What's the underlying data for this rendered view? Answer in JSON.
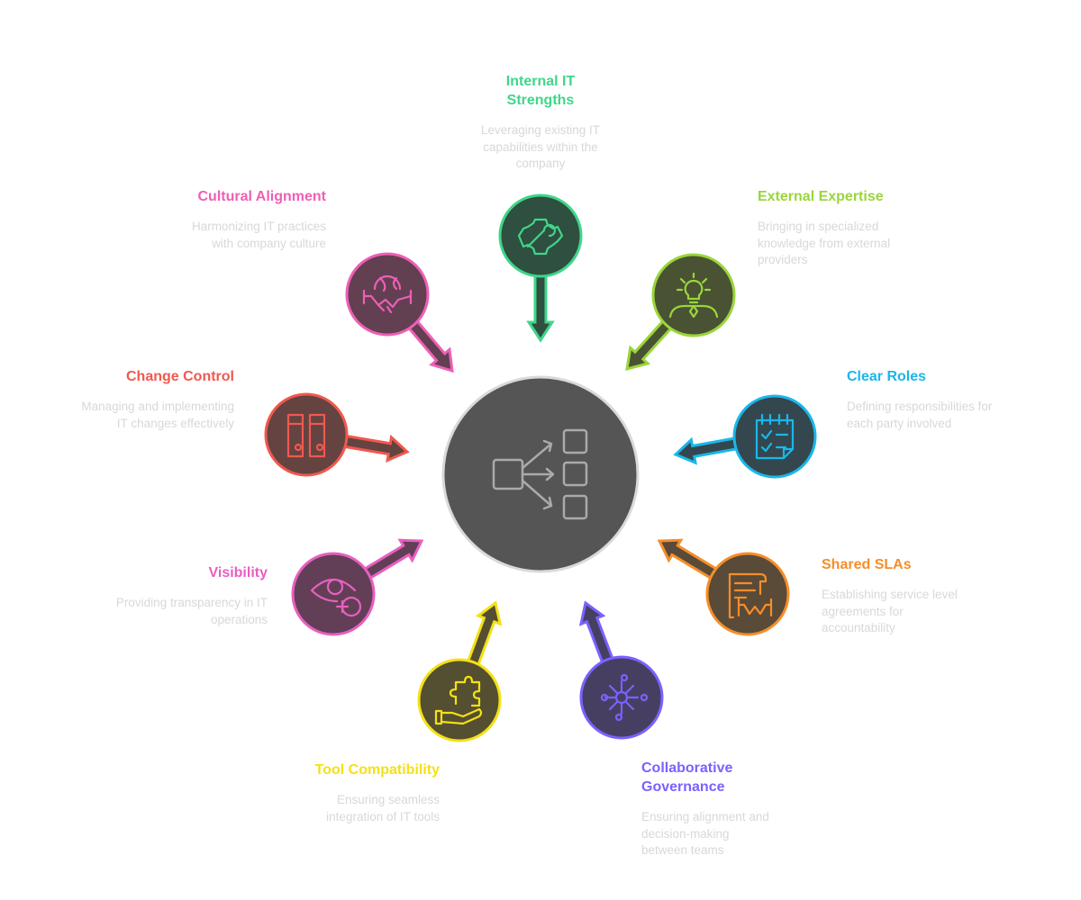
{
  "center": {
    "icon": "distribution-flow-icon",
    "fill": "#555555",
    "stroke": "#d9d9d9"
  },
  "nodes": [
    {
      "id": "internal-it-strengths",
      "title": "Internal IT Strengths",
      "description": "Leveraging existing IT capabilities within the company",
      "color": "#3fd68a",
      "fill": "#2f4f40",
      "icon": "gear-wrench-icon"
    },
    {
      "id": "external-expertise",
      "title": "External Expertise",
      "description": "Bringing in specialized knowledge from external providers",
      "color": "#9ad63a",
      "fill": "#4a5234",
      "icon": "lightbulb-person-icon"
    },
    {
      "id": "clear-roles",
      "title": "Clear Roles",
      "description": "Defining responsibilities for each party involved",
      "color": "#1ab7ea",
      "fill": "#34474f",
      "icon": "checklist-calendar-icon"
    },
    {
      "id": "shared-slas",
      "title": "Shared SLAs",
      "description": "Establishing service level agreements for accountability",
      "color": "#f58e2a",
      "fill": "#5a4a38",
      "icon": "contract-handshake-icon"
    },
    {
      "id": "collaborative-governance",
      "title": "Collaborative Governance",
      "description": "Ensuring alignment and decision-making between teams",
      "color": "#7b61ff",
      "fill": "#463f62",
      "icon": "network-hub-icon"
    },
    {
      "id": "tool-compatibility",
      "title": "Tool Compatibility",
      "description": "Ensuring seamless integration of IT tools",
      "color": "#f5e015",
      "fill": "#544f30",
      "icon": "puzzle-hand-icon"
    },
    {
      "id": "visibility",
      "title": "Visibility",
      "description": "Providing transparency in IT operations",
      "color": "#e85fc0",
      "fill": "#633f57",
      "icon": "eye-plus-icon"
    },
    {
      "id": "change-control",
      "title": "Change Control",
      "description": "Managing and implementing IT changes effectively",
      "color": "#f0584f",
      "fill": "#644341",
      "icon": "binders-icon"
    },
    {
      "id": "cultural-alignment",
      "title": "Cultural Alignment",
      "description": "Harmonizing IT practices with company culture",
      "color": "#ee5fb5",
      "fill": "#633f52",
      "icon": "globe-handshake-icon"
    }
  ]
}
